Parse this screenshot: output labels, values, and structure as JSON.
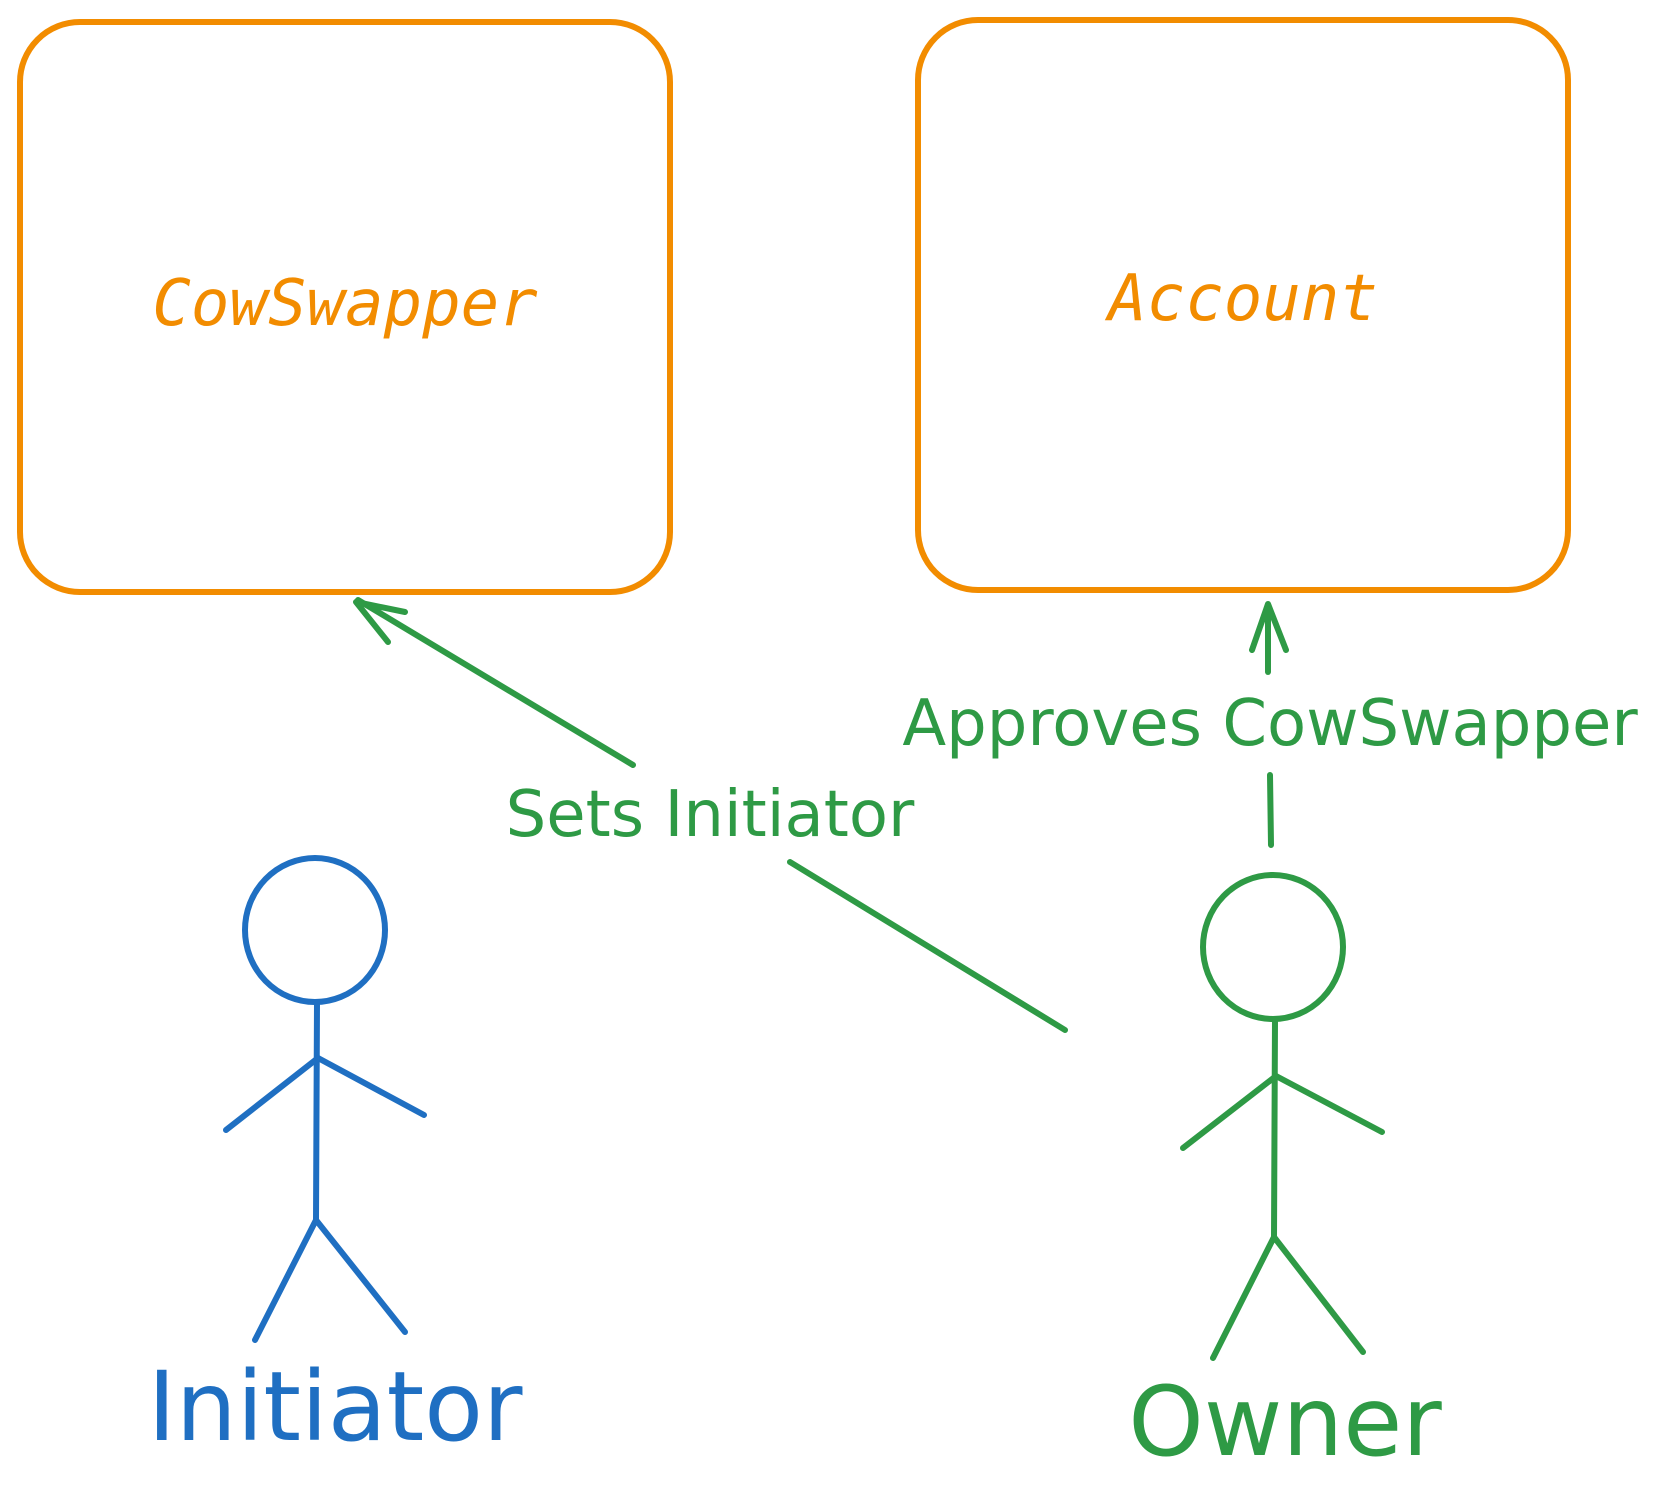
{
  "colors": {
    "box": "#f28c00",
    "initiator": "#1f6fc2",
    "owner": "#2e9a45",
    "background": "#ffffff"
  },
  "nodes": {
    "cowswapper": {
      "label": "CowSwapper"
    },
    "account": {
      "label": "Account"
    }
  },
  "actors": {
    "initiator": {
      "label": "Initiator"
    },
    "owner": {
      "label": "Owner"
    }
  },
  "edges": {
    "sets_initiator": {
      "label": "Sets Initiator",
      "from": "Owner",
      "to": "CowSwapper"
    },
    "approves_cowswapper": {
      "label": "Approves CowSwapper",
      "from": "Owner",
      "to": "Account"
    }
  }
}
